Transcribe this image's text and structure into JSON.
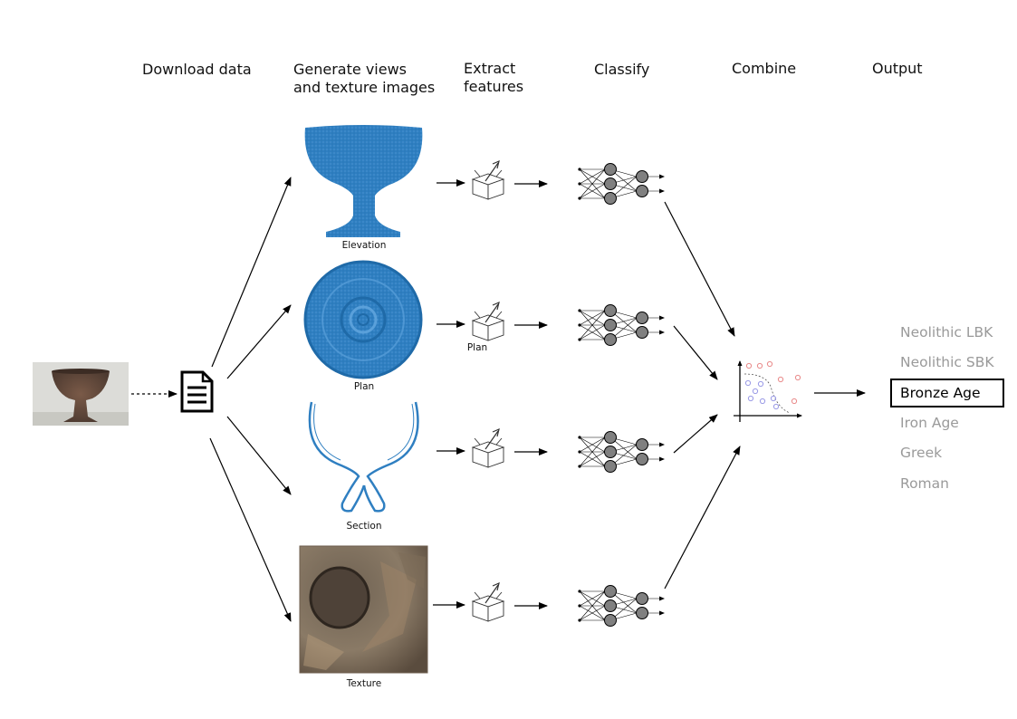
{
  "stages": [
    {
      "label": "Download data"
    },
    {
      "label": "Generate views\nand texture images"
    },
    {
      "label": "Extract\nfeatures"
    },
    {
      "label": "Classify"
    },
    {
      "label": "Combine"
    },
    {
      "label": "Output"
    }
  ],
  "views": [
    {
      "caption": "Elevation"
    },
    {
      "caption": "Plan"
    },
    {
      "caption": "Section"
    },
    {
      "caption": "Texture"
    }
  ],
  "feature_caption": "Plan",
  "classes": [
    {
      "label": "Neolithic LBK",
      "selected": false
    },
    {
      "label": "Neolithic SBK",
      "selected": false
    },
    {
      "label": "Bronze Age",
      "selected": true
    },
    {
      "label": "Iron Age",
      "selected": false
    },
    {
      "label": "Greek",
      "selected": false
    },
    {
      "label": "Roman",
      "selected": false
    }
  ],
  "colors": {
    "pointcloud": "#2f7fc1",
    "muted_class": "#9a9a9a",
    "node_fill": "#808080",
    "scatter_red": "#e98a8a",
    "scatter_blue": "#9a9ae6"
  },
  "icons": {
    "source_photo": "artifact-photo",
    "document": "document-icon",
    "extractor": "box-with-arrow-icon",
    "classifier": "neural-network-icon",
    "combiner": "scatter-plot-icon"
  }
}
